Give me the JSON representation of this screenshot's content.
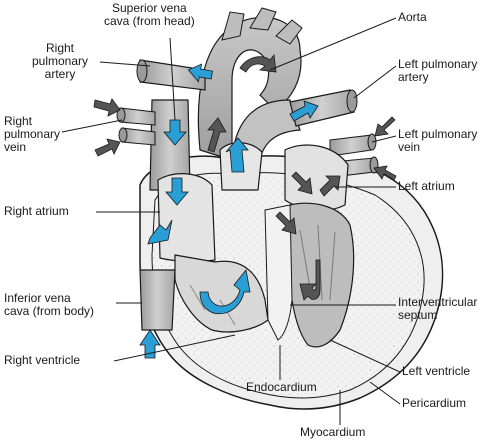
{
  "labels": {
    "superior_vena_cava": "Superior vena\ncava (from head)",
    "aorta": "Aorta",
    "right_pulmonary_artery": "Right\npulmonary\nartery",
    "left_pulmonary_artery": "Left pulmonary\nartery",
    "right_pulmonary_vein": "Right\npulmonary\nvein",
    "left_pulmonary_vein": "Left pulmonary\nvein",
    "left_atrium": "Left atrium",
    "right_atrium": "Right atrium",
    "inferior_vena_cava": "Inferior vena\ncava (from body)",
    "interventricular_septum": "Interventricular\nseptum",
    "right_ventricle": "Right ventricle",
    "left_ventricle": "Left ventricle",
    "endocardium": "Endocardium",
    "pericardium": "Pericardium",
    "myocardium": "Myocardium"
  },
  "colors": {
    "deoxygenated_arrow": "#2a9fd6",
    "oxygenated_arrow": "#555555",
    "vessel_fill": "#bdbdbd",
    "chamber_fill": "#e6e6e6",
    "outline": "#1a1a1a"
  }
}
